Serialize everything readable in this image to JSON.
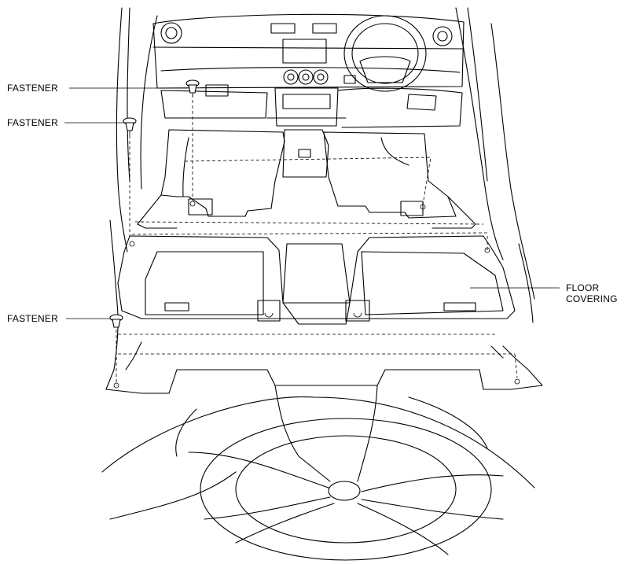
{
  "labels": {
    "fastener_upper": "FASTENER",
    "fastener_middle": "FASTENER",
    "fastener_lower": "FASTENER",
    "floor_covering_line1": "FLOOR",
    "floor_covering_line2": "COVERING"
  }
}
